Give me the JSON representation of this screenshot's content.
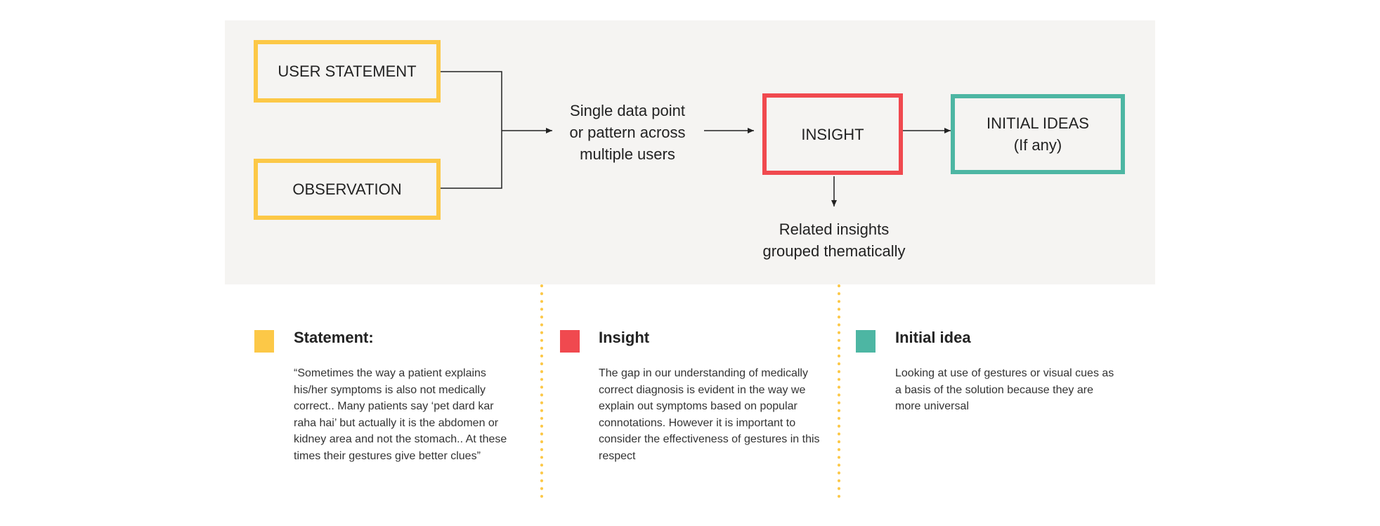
{
  "flow": {
    "user_statement": "USER STATEMENT",
    "observation": "OBSERVATION",
    "data_point_lines": [
      "Single data point",
      "or pattern across",
      "multiple users"
    ],
    "insight": "INSIGHT",
    "initial_ideas_lines": [
      "INITIAL IDEAS",
      "(If any)"
    ],
    "related_lines": [
      "Related insights",
      "grouped thematically"
    ]
  },
  "legend": [
    {
      "title": "Statement:",
      "color": "#fcc847",
      "body": "“Sometimes the way a patient explains his/her symptoms is also not medically correct.. Many patients say ‘pet dard kar raha hai’ but actually it is the abdomen or kidney area and not the stomach.. At these times their gestures give better clues”"
    },
    {
      "title": "Insight",
      "color": "#f0494f",
      "body": "The gap in our understanding of medically correct diagnosis is evident in the way we explain out symptoms based on popular connotations. However it is important to consider the effectiveness of gestures in this respect"
    },
    {
      "title": "Initial idea",
      "color": "#4db6a3",
      "body": "Looking at use of gestures or visual cues as a basis of the solution because they are more universal"
    }
  ],
  "colors": {
    "yellow": "#fcc847",
    "red": "#f0494f",
    "teal": "#4db6a3",
    "panel": "#f5f4f2"
  }
}
